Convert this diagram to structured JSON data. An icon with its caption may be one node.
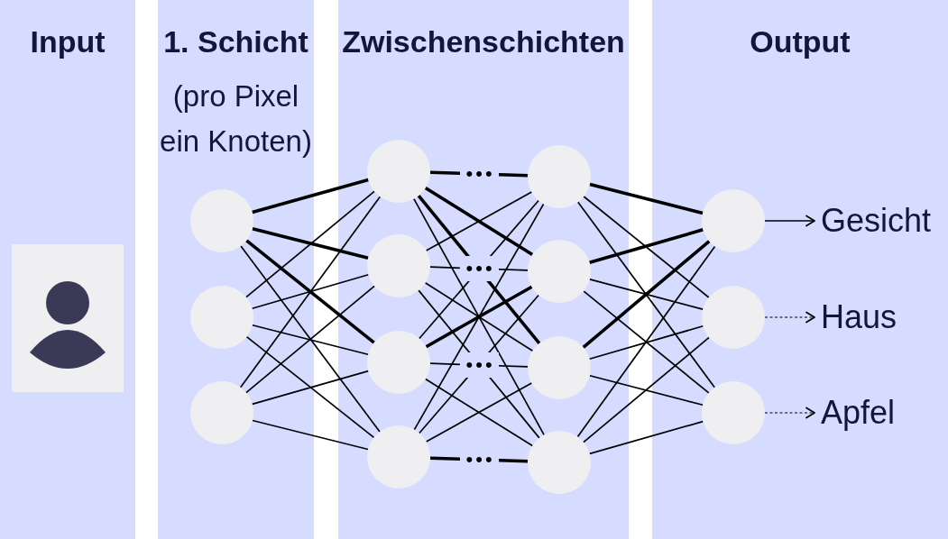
{
  "diagram": {
    "nodes": [
      {
        "text": [
          "Input"
        ]
      },
      {
        "text": [],
        "shape": "picture",
        "in": 0
      },
      {
        "text": [
          "1. Schicht",
          "(pro Pixel ein Knoten)"
        ]
      },
      {
        "text": [],
        "shape": "circle",
        "in": 2
      },
      {
        "text": [],
        "shape": "circle",
        "in": 2
      },
      {
        "text": [],
        "shape": "circle",
        "in": 2
      },
      {
        "text": [
          "Zwischenschichten"
        ]
      },
      {
        "text": [],
        "shape": "circle",
        "in": 6
      },
      {
        "text": [],
        "shape": "circle",
        "in": 6
      },
      {
        "text": [],
        "shape": "circle",
        "in": 6
      },
      {
        "text": [],
        "shape": "circle",
        "in": 6
      },
      {
        "text": [],
        "shape": "circle",
        "in": 6
      },
      {
        "text": [],
        "shape": "circle",
        "in": 6
      },
      {
        "text": [],
        "shape": "circle",
        "in": 6
      },
      {
        "text": [],
        "shape": "circle",
        "in": 6
      },
      {
        "text": [
          "Output"
        ]
      },
      {
        "text": [],
        "shape": "circle",
        "in": 15
      },
      {
        "text": [],
        "shape": "circle",
        "in": 15
      },
      {
        "text": [],
        "shape": "circle",
        "in": 15
      },
      {
        "text": [
          "Gesicht"
        ],
        "in": 15
      },
      {
        "text": [
          "Haus"
        ],
        "in": 15
      },
      {
        "text": [
          "Apfel"
        ],
        "in": 15
      }
    ],
    "edges": [
      {
        "from": 3,
        "to": 7,
        "arrow": "none",
        "style": "thick"
      },
      {
        "from": 3,
        "to": 8,
        "arrow": "none",
        "style": "thick"
      },
      {
        "from": 3,
        "to": 9,
        "arrow": "none",
        "style": "thick"
      },
      {
        "from": 3,
        "to": 10,
        "arrow": "none"
      },
      {
        "from": 4,
        "to": 7,
        "arrow": "none"
      },
      {
        "from": 4,
        "to": 8,
        "arrow": "none"
      },
      {
        "from": 4,
        "to": 9,
        "arrow": "none"
      },
      {
        "from": 4,
        "to": 10,
        "arrow": "none"
      },
      {
        "from": 5,
        "to": 7,
        "arrow": "none"
      },
      {
        "from": 5,
        "to": 8,
        "arrow": "none"
      },
      {
        "from": 5,
        "to": 9,
        "arrow": "none"
      },
      {
        "from": 5,
        "to": 10,
        "arrow": "none"
      },
      {
        "from": 7,
        "to": 11,
        "arrow": "none",
        "style": "thick",
        "label": "•••"
      },
      {
        "from": 7,
        "to": 12,
        "arrow": "none",
        "style": "thick"
      },
      {
        "from": 7,
        "to": 13,
        "arrow": "none",
        "style": "thick"
      },
      {
        "from": 7,
        "to": 14,
        "arrow": "none"
      },
      {
        "from": 8,
        "to": 11,
        "arrow": "none"
      },
      {
        "from": 8,
        "to": 12,
        "arrow": "none",
        "label": "•••"
      },
      {
        "from": 8,
        "to": 13,
        "arrow": "none"
      },
      {
        "from": 8,
        "to": 14,
        "arrow": "none"
      },
      {
        "from": 9,
        "to": 11,
        "arrow": "none"
      },
      {
        "from": 9,
        "to": 12,
        "arrow": "none",
        "style": "thick"
      },
      {
        "from": 9,
        "to": 13,
        "arrow": "none",
        "label": "•••"
      },
      {
        "from": 9,
        "to": 14,
        "arrow": "none"
      },
      {
        "from": 10,
        "to": 11,
        "arrow": "none"
      },
      {
        "from": 10,
        "to": 12,
        "arrow": "none"
      },
      {
        "from": 10,
        "to": 13,
        "arrow": "none"
      },
      {
        "from": 10,
        "to": 14,
        "arrow": "none",
        "style": "thick",
        "label": "•••"
      },
      {
        "from": 11,
        "to": 16,
        "arrow": "none",
        "style": "thick"
      },
      {
        "from": 11,
        "to": 17,
        "arrow": "none"
      },
      {
        "from": 11,
        "to": 18,
        "arrow": "none"
      },
      {
        "from": 12,
        "to": 16,
        "arrow": "none",
        "style": "thick"
      },
      {
        "from": 12,
        "to": 17,
        "arrow": "none"
      },
      {
        "from": 12,
        "to": 18,
        "arrow": "none"
      },
      {
        "from": 13,
        "to": 16,
        "arrow": "none",
        "style": "thick"
      },
      {
        "from": 13,
        "to": 17,
        "arrow": "none"
      },
      {
        "from": 13,
        "to": 18,
        "arrow": "none"
      },
      {
        "from": 14,
        "to": 16,
        "arrow": "none"
      },
      {
        "from": 14,
        "to": 17,
        "arrow": "none"
      },
      {
        "from": 14,
        "to": 18,
        "arrow": "none"
      },
      {
        "from": 16,
        "to": 19,
        "arrow": "to"
      },
      {
        "from": 17,
        "to": 20,
        "arrow": "to",
        "style": "dashed"
      },
      {
        "from": 18,
        "to": 21,
        "arrow": "to",
        "style": "dashed"
      }
    ]
  }
}
